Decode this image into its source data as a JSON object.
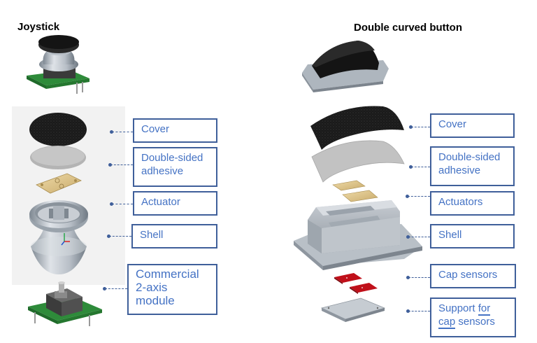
{
  "titles": {
    "joystick": "Joystick",
    "double_curved_button": "Double curved button"
  },
  "joystick_labels": {
    "cover": "Cover",
    "adhesive_line1": "Double-sided",
    "adhesive_line2": "adhesive",
    "actuator": "Actuator",
    "shell": "Shell",
    "module_line1": "Commercial",
    "module_line2": "2-axis",
    "module_line3": "module"
  },
  "button_labels": {
    "cover": "Cover",
    "adhesive_line1": "Double-sided",
    "adhesive_line2": "adhesive",
    "actuators": "Actuators",
    "shell": "Shell",
    "cap_sensors": "Cap sensors",
    "support_line1_a": "Support ",
    "support_line1_b": "for",
    "support_line2_a": "cap",
    "support_line2_b": " sensors"
  },
  "colors": {
    "label_border": "#3f5f9a",
    "label_text": "#4472c4",
    "pcb_green": "#2e8b3a",
    "sensor_red": "#c0101a",
    "cover_black": "#141414"
  }
}
